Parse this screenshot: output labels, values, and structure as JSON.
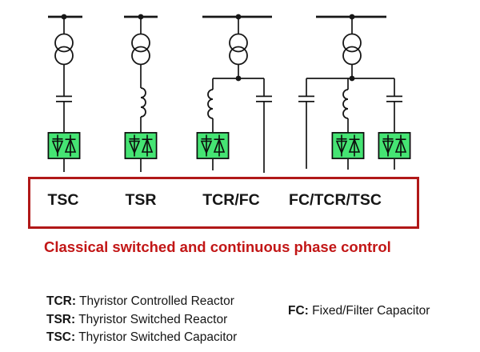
{
  "colors": {
    "line": "#161616",
    "valve_fill": "#45e473",
    "valve_stroke": "#0c0c0c",
    "box_red": "#b11818",
    "caption_red": "#c21616",
    "text": "#151515",
    "background": "#ffffff"
  },
  "circuits": [
    {
      "label": "TSC",
      "branches": [
        [
          "transformer",
          "capacitor",
          "thyristor-valve"
        ]
      ]
    },
    {
      "label": "TSR",
      "branches": [
        [
          "transformer",
          "reactor",
          "thyristor-valve"
        ]
      ]
    },
    {
      "label": "TCR/FC",
      "shared": [
        "transformer"
      ],
      "branches": [
        [
          "reactor",
          "thyristor-valve"
        ],
        [
          "capacitor"
        ]
      ]
    },
    {
      "label": "FC/TCR/TSC",
      "shared": [
        "transformer"
      ],
      "branches": [
        [
          "capacitor"
        ],
        [
          "reactor",
          "thyristor-valve"
        ],
        [
          "capacitor",
          "thyristor-valve"
        ]
      ]
    }
  ],
  "label_box": {
    "labels": [
      "TSC",
      "TSR",
      "TCR/FC",
      "FC/TCR/TSC"
    ]
  },
  "caption": "Classical switched and continuous phase control",
  "legend_left": [
    {
      "term": "TCR",
      "definition": "Thyristor Controlled Reactor"
    },
    {
      "term": "TSR",
      "definition": "Thyristor Switched Reactor"
    },
    {
      "term": "TSC",
      "definition": "Thyristor Switched Capacitor"
    }
  ],
  "legend_right": [
    {
      "term": "FC",
      "definition": "Fixed/Filter Capacitor"
    }
  ]
}
